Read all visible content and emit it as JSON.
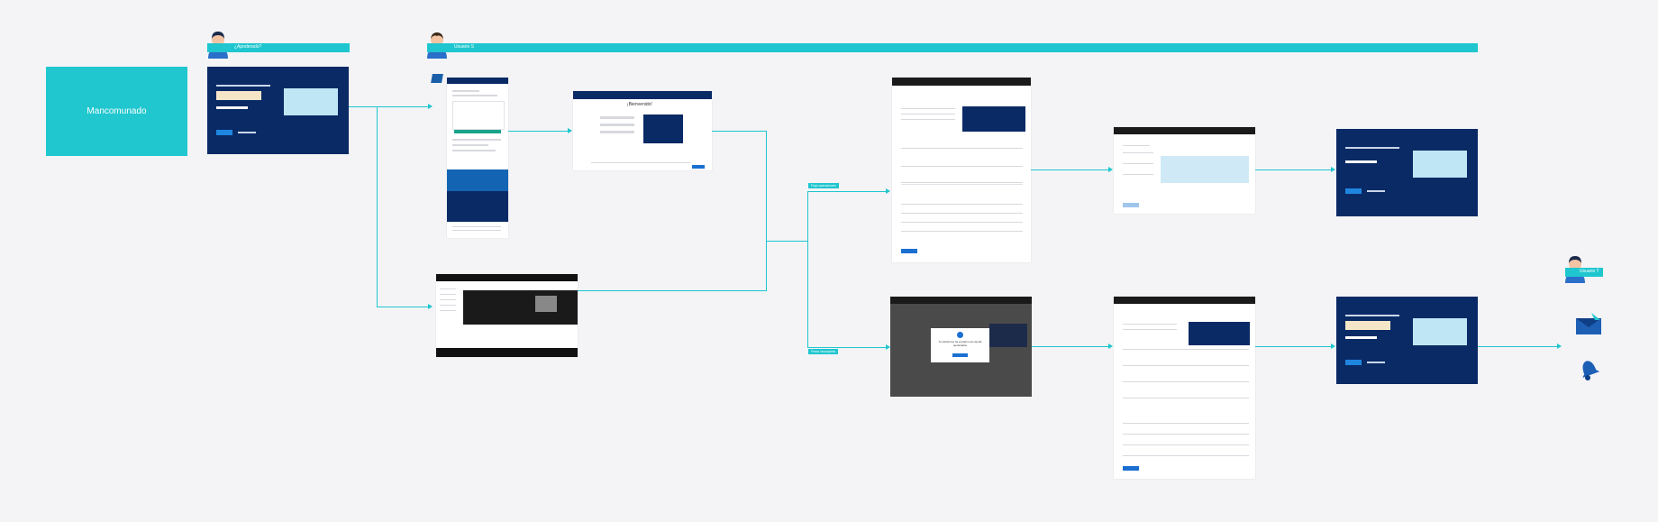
{
  "start": {
    "label": "Mancomunado"
  },
  "bars": [
    {
      "label": "¿Apoderado?"
    },
    {
      "label": "Usuario S"
    }
  ],
  "user_tag": {
    "label": "Usuario T"
  },
  "flow_tags": [
    {
      "label": "Flujo operaciones"
    },
    {
      "label": "Firma incompleta"
    }
  ],
  "screen_texts": {
    "login_title": "¡Bienvenido!",
    "modal_text": "Tu solicitud se ha enviado a los demás apoderados"
  },
  "colors": {
    "accent": "#1fc6cf",
    "navy": "#0a2a66",
    "brand": "#1b6fd1"
  }
}
